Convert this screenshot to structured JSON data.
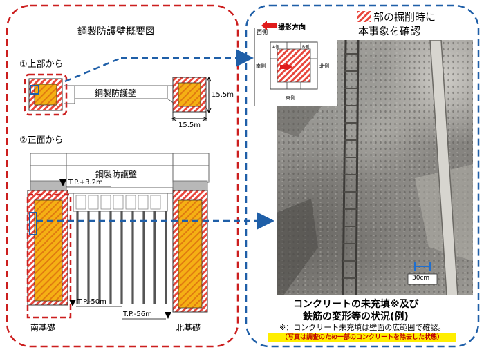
{
  "left_panel": {
    "title": "鋼製防護壁概要図",
    "section1_label": "①上部から",
    "section2_label": "②正面から",
    "plan_wall_label": "鋼製防護壁",
    "dim_vertical": "15.5m",
    "dim_horizontal": "15.5m",
    "front_wall_label": "鋼製防護壁",
    "tp_top": "T.P.+3.2m",
    "tp_mid": "T.P.-50m",
    "tp_bottom": "T.P.-56m",
    "south_label": "南基礎",
    "north_label": "北基礎"
  },
  "right_panel": {
    "legend_text_line1": "部の掘削時に",
    "legend_text_line2": "本事象を確認",
    "direction_label": "撮影方向",
    "inset_west": "西側",
    "inset_south": "南側",
    "inset_north": "北側",
    "inset_east": "東側",
    "inset_a": "A側",
    "inset_b": "B側",
    "scale_label": "30cm",
    "caption_line1": "コンクリートの未充填※及び",
    "caption_line2": "鉄筋の変形等の状況(例)",
    "note": "※：コンクリート未充填は壁面の広範囲で確認。",
    "photo_note": "（写真は調査のため一部のコンクリートを除去した状態）"
  },
  "colors": {
    "red_border": "#cc1f1f",
    "blue_border": "#1f5fa8",
    "hatch_red": "#e8463c",
    "hatch_orange": "#f5a623",
    "photo_note_bg": "#ffee00",
    "photo_note_text": "#c00000"
  }
}
